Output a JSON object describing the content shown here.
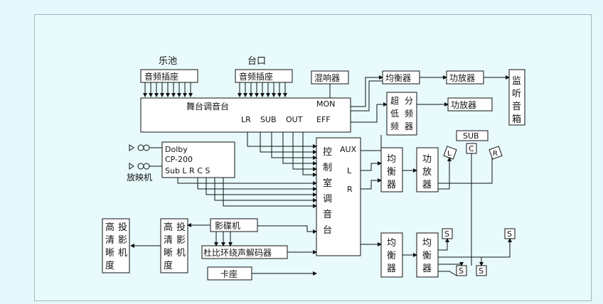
{
  "labels": {
    "pit_title": "乐池",
    "stage_title": "台口",
    "pit_panel": "音频插座",
    "stage_panel": "音频插座",
    "mixer_main": "舞台调音台",
    "mix_lr": "LR",
    "mix_sub": "SUB",
    "mix_out": "OUT",
    "mix_mon": "MON",
    "mix_eff": "EFF",
    "mixer_box": "混响器",
    "eq_top": "均衡器",
    "amp_top": "功放器",
    "monitor": [
      "监",
      "听",
      "音",
      "箱"
    ],
    "subwoofer": [
      "超",
      "低",
      "频"
    ],
    "divider": [
      "分",
      "频",
      "器"
    ],
    "amp_sub": "功放器",
    "dolby_1": "Dolby",
    "dolby_2": "CP-200",
    "dolby_ch": "Sub  L R C S",
    "projector": "放映机",
    "control_desk": [
      "控",
      "制",
      "室",
      "调",
      "音",
      "台"
    ],
    "aux": "AUX",
    "out_l": "L",
    "out_r": "R",
    "eq_mid": [
      "均",
      "衡",
      "器"
    ],
    "amp_mid": [
      "功",
      "放",
      "器"
    ],
    "sub_box": "SUB",
    "c_box": "C",
    "l_speaker": "L",
    "r_speaker": "R",
    "eq_bot1": [
      "均",
      "衡",
      "器"
    ],
    "eq_bot2": [
      "均",
      "衡",
      "器"
    ],
    "s_box": "S",
    "hd_camera": [
      "高",
      "清",
      "晰",
      "度"
    ],
    "hd_camera_b": [
      "投",
      "影",
      "机"
    ],
    "vcd_player": "影碟机",
    "surround_decoder": "杜比环绕声解码器",
    "cassette": "卡座"
  }
}
